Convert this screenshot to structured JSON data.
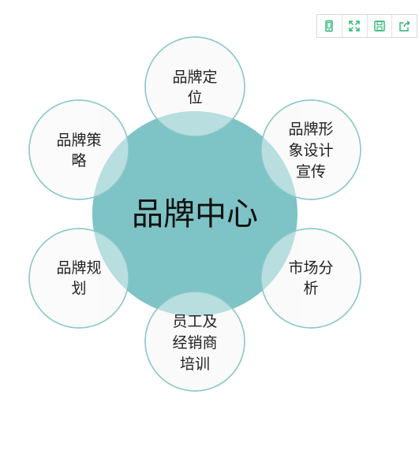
{
  "toolbar": {
    "buttons": [
      {
        "icon": "phone-icon"
      },
      {
        "icon": "fullscreen-icon"
      },
      {
        "icon": "save-icon"
      },
      {
        "icon": "share-icon"
      }
    ],
    "accent": "#2bb673"
  },
  "diagram": {
    "hub": {
      "label": "品牌中心",
      "color": "#7ec3c5"
    },
    "satellite_fill": "#f7f7f7",
    "satellite_stroke": "#8cc8c8",
    "satellites": [
      {
        "lines": [
          "品牌定",
          "位"
        ]
      },
      {
        "lines": [
          "品牌形",
          "象设计",
          "宣传"
        ]
      },
      {
        "lines": [
          "市场分",
          "析"
        ]
      },
      {
        "lines": [
          "员工及",
          "经销商",
          "培训"
        ]
      },
      {
        "lines": [
          "品牌规",
          "划"
        ]
      },
      {
        "lines": [
          "品牌策",
          "略"
        ]
      }
    ]
  }
}
